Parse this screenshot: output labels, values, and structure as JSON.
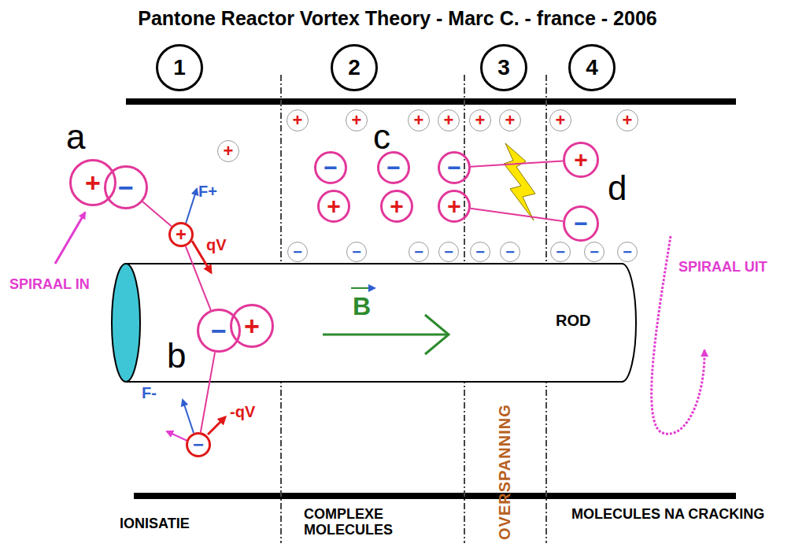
{
  "diagram": {
    "title": "Pantone Reactor Vortex Theory - Marc C. - france - 2006",
    "nodes": [
      {
        "text": [
          "1"
        ]
      },
      {
        "text": [
          "2"
        ]
      },
      {
        "text": [
          "3"
        ]
      },
      {
        "text": [
          "4"
        ]
      },
      {
        "text": [
          "+"
        ]
      },
      {
        "text": [
          "+"
        ]
      },
      {
        "text": [
          "+"
        ]
      },
      {
        "text": [
          "+"
        ]
      },
      {
        "text": [
          "+"
        ]
      },
      {
        "text": [
          "+"
        ]
      },
      {
        "text": [
          "+"
        ]
      },
      {
        "text": [
          "+"
        ]
      },
      {
        "text": [
          "+"
        ]
      },
      {
        "text": [
          "+"
        ]
      },
      {
        "text": [
          "−"
        ]
      },
      {
        "text": [
          "−"
        ]
      },
      {
        "text": [
          "−"
        ]
      },
      {
        "text": [
          "−"
        ]
      },
      {
        "text": [
          "+"
        ]
      },
      {
        "text": [
          "+"
        ]
      },
      {
        "text": [
          "+"
        ]
      },
      {
        "text": [
          "+"
        ]
      },
      {
        "text": [
          "−"
        ]
      },
      {
        "text": [
          "+"
        ]
      },
      {
        "text": [
          "−"
        ]
      },
      {
        "text": [
          "−"
        ]
      },
      {
        "text": [
          "−"
        ]
      },
      {
        "text": [
          "−"
        ]
      },
      {
        "text": [
          "−"
        ]
      },
      {
        "text": [
          "−"
        ]
      },
      {
        "text": [
          "−"
        ]
      },
      {
        "text": [
          "−"
        ]
      },
      {
        "text": [
          "−"
        ]
      },
      {
        "text": [
          "−"
        ]
      },
      {
        "text": [
          "+"
        ]
      },
      {
        "text": [
          "−"
        ]
      }
    ],
    "edges": [
      {
        "from": 14,
        "to": 23,
        "arrow": "none"
      },
      {
        "from": 23,
        "to": 33,
        "arrow": "none"
      },
      {
        "from": 33,
        "to": 35,
        "arrow": "none"
      },
      {
        "from": 17,
        "to": 18,
        "arrow": "none"
      },
      {
        "from": 21,
        "to": 22,
        "arrow": "none"
      }
    ],
    "labels": [
      "a",
      "b",
      "c",
      "d",
      "SPIRAAL IN",
      "SPIRAAL UIT",
      "ROD",
      "B",
      "F+",
      "qV",
      "F-",
      "-qV",
      "IONISATIE",
      "COMPLEXE MOLECULES",
      "OVERSPANNING",
      "MOLECULES NA CRACKING"
    ]
  }
}
